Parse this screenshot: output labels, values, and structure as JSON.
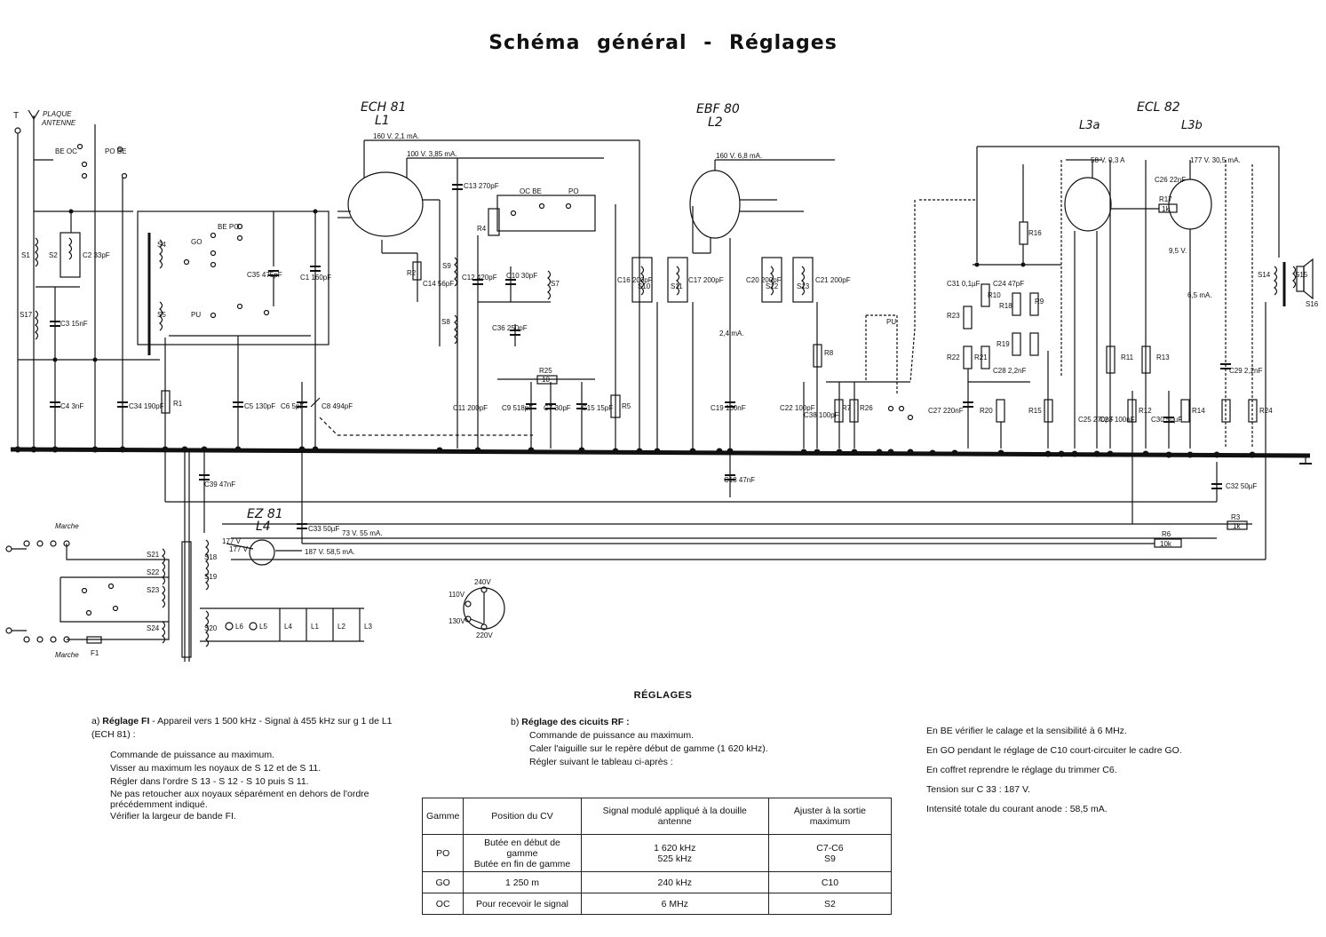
{
  "title": "Schéma général  -  Réglages",
  "tubes": [
    {
      "type": "ECH 81",
      "ref": "L1"
    },
    {
      "type": "EBF 80",
      "ref": "L2"
    },
    {
      "type": "ECL 82",
      "ref_a": "L3a",
      "ref_b": "L3b"
    },
    {
      "type": "EZ 81",
      "ref": "L4"
    }
  ],
  "antenna": {
    "t": "T",
    "plaque": "PLAQUE",
    "antenne": "ANTENNE"
  },
  "voltages": {
    "v1": "160 V.  2,1 mA.",
    "v2": "100 V.  3,85 mA.",
    "v3": "160 V.  6,8 mA.",
    "v4": "58 V.  0,3 A",
    "v5": "177 V.   30,5 mA.",
    "v6": "73 V.  55 mA.",
    "v7": "187 V.  58,5 mA.",
    "v8": "177 V",
    "v9": "177 V",
    "i1": "2,4 mA.",
    "i2": "9,5 V.",
    "i3": "6,5 mA."
  },
  "components": {
    "c2": "C2 33pF",
    "c3": "C3 15nF",
    "c4": "C4 3nF",
    "c34": "C34 190pF",
    "c35": "C35 475pF",
    "c1": "C1 160pF",
    "c5": "C5 130pF",
    "c6": "C6 5pF",
    "c8": "C8 494pF",
    "c13": "C13 270pF",
    "c14": "C14 56pF",
    "c12": "C12 420pF",
    "c10": "C10 30pF",
    "c36": "C36 250pF",
    "c11": "C11 200pF",
    "c9": "C9 518pF",
    "c7": "C7 30pF",
    "c15": "C15 15pF",
    "c16": "C16 200pF",
    "c17": "C17 200pF",
    "c19": "C19 100nF",
    "c20": "C20 200pF",
    "c21": "C21 200pF",
    "c22": "C22 100pF",
    "c38": "C38 100pF",
    "c18": "C18 47nF",
    "c31": "C31 0,1µF",
    "c24": "C24 47pF",
    "c28": "C28 2,2nF",
    "c27": "C27 220nF",
    "c26": "C26 22nF",
    "c25": "C25 270pF",
    "c23": "C23 100nF",
    "c30": "C30 50µF",
    "c29": "C29 2,2nF",
    "c32": "C32 50µF",
    "c33": "C33 50µF",
    "c39": "C39 47nF",
    "r1": "R1",
    "r2": "R2",
    "r4": "R4",
    "r25": "R25",
    "r5": "R5",
    "r8": "R8",
    "r7": "R7",
    "r26": "R26",
    "r16": "R16",
    "r10": "R10",
    "r18": "R18",
    "r9": "R9",
    "r23": "R23",
    "r22": "R22",
    "r21": "R21",
    "r19": "R19",
    "r20": "R20",
    "r15": "R15",
    "r11": "R11",
    "r13": "R13",
    "r12": "R12",
    "r14": "R14",
    "r24": "R24",
    "r17": "R17",
    "r3": "R3",
    "r6": "R6",
    "r17v": "1k",
    "r3v": "1k",
    "r6v": "10k",
    "r25v": "10",
    "s1": "S1",
    "s2": "S2",
    "s17": "S17",
    "s4": "S4",
    "s5": "S5",
    "s8": "S8",
    "s9": "S9",
    "s7": "S7",
    "s10": "S10",
    "s11": "S11",
    "s12": "S12",
    "s13": "S13",
    "s14": "S14",
    "s15": "S15",
    "s16": "S16",
    "s18": "S18",
    "s19": "S19",
    "s20": "S20",
    "s21": "S21",
    "s22": "S22",
    "s23": "S23",
    "s24": "S24",
    "f1": "F1",
    "l6": "L6",
    "l5": "L5",
    "l4": "L4",
    "l1": "L1",
    "l2": "L2",
    "l3": "L3"
  },
  "switch_labels": {
    "be_oc": "BE OC",
    "po_be": "PO BE",
    "be_po": "BE PO",
    "go": "GO",
    "pu": "PU",
    "oc_be": "OC BE",
    "po": "PO",
    "marche_top": "Marche",
    "marche_bottom": "Marche"
  },
  "mains_selector": {
    "v240": "240V",
    "v110": "110V",
    "v130": "130V",
    "v220": "220V"
  },
  "settings_title": "RÉGLAGES",
  "section_a": {
    "prefix": "a)",
    "heading": "Réglage FI",
    "intro": "- Appareil vers 1 500 kHz - Signal à 455 kHz sur g 1 de L1 (ECH 81) :",
    "lines": [
      "Commande de puissance au maximum.",
      "Visser au maximum les noyaux de S 12 et de S 11.",
      "Régler dans l'ordre S 13 - S 12 - S 10 puis S 11.",
      "Ne pas retoucher aux noyaux séparément en dehors de l'ordre précédemment indiqué.",
      "Vérifier la largeur de bande FI."
    ]
  },
  "section_b": {
    "prefix": "b)",
    "heading": "Réglage des cicuits RF :",
    "lines": [
      "Commande de puissance au maximum.",
      "Caler l'aiguille sur le repère début de gamme (1 620 kHz).",
      "Régler suivant le tableau ci-après :"
    ]
  },
  "table": {
    "headers": [
      "Gamme",
      "Position du CV",
      "Signal modulé appliqué à la douille antenne",
      "Ajuster à la sortie maximum"
    ],
    "rows": [
      {
        "gamme": "PO",
        "position": [
          "Butée en début de gamme",
          "Butée en fin de gamme"
        ],
        "signal": [
          "1 620 kHz",
          "525 kHz"
        ],
        "ajuster": [
          "C7-C6",
          "S9"
        ]
      },
      {
        "gamme": "GO",
        "position": [
          "1 250 m"
        ],
        "signal": [
          "240 kHz"
        ],
        "ajuster": [
          "C10"
        ]
      },
      {
        "gamme": "OC",
        "position": [
          "Pour recevoir le signal"
        ],
        "signal": [
          "6 MHz"
        ],
        "ajuster": [
          "S2"
        ]
      }
    ]
  },
  "notes": [
    "En BE vérifier le calage et la sensibilité à 6 MHz.",
    "En GO pendant le réglage de C10 court-circuiter le cadre GO.",
    "En coffret reprendre le réglage du trimmer C6.",
    "Tension sur C 33 : 187 V.",
    "Intensité totale du courant anode     : 58,5 mA."
  ]
}
